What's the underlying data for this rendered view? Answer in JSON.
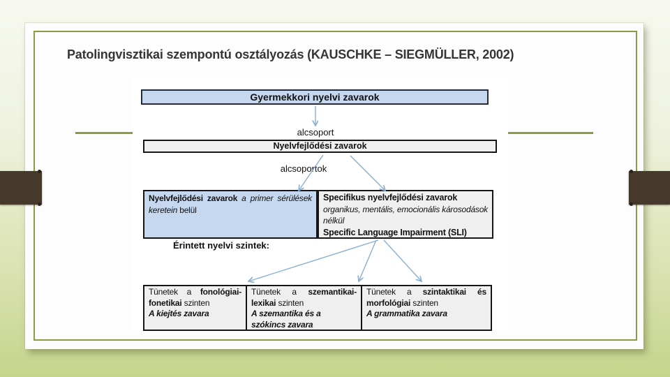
{
  "slide": {
    "title": "Patolingvisztikai szempontú osztályozás (KAUSCHKE – SIEGMÜLLER, 2002)"
  },
  "diagram": {
    "top_box_label": "Gyermekkori nyelvi zavarok",
    "subgroup_label": "alcsoport",
    "mid_box_label": "Nyelvfejlődési zavarok",
    "subgroups_label": "alcsoportok",
    "left_box": {
      "bold": "Nyelvfejlődési zavarok",
      "italic": " a primer sérülések keretein",
      "plain": " belül"
    },
    "right_box": {
      "title": "Specifikus nyelvfejlődési zavarok",
      "italic": "organikus, mentális, emocionális károsodások nélkül",
      "footer": "Specific Language Impairment (SLI)"
    },
    "levels_label": "Érintett nyelvi szintek:",
    "bottom_cells": [
      {
        "lead": "Tünetek a ",
        "bold": "fonológiai-fonetikai",
        "tail": " szinten",
        "sub": "A kiejtés zavara"
      },
      {
        "lead": "Tünetek a ",
        "bold": "szemantikai-lexikai",
        "tail": " szinten",
        "sub": "A szemantika és a szókincs zavara"
      },
      {
        "lead": "Tünetek a ",
        "bold": "szintaktikai és morfológiai",
        "tail": " szinten",
        "sub": "A grammatika zavara"
      }
    ]
  },
  "colors": {
    "box_blue": "#c5d8ef",
    "box_gray": "#f0f0f0",
    "arrow": "#8aafd3",
    "olive_accent": "#8a9b45",
    "brown_ribbon": "#46392c",
    "bg_top": "#f7f9f1",
    "bg_bottom": "#c6d48c",
    "title_text": "#353535"
  }
}
